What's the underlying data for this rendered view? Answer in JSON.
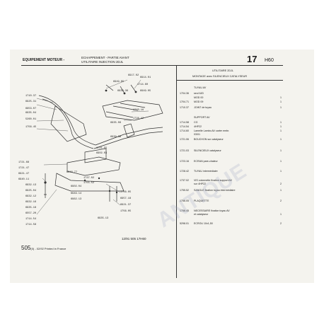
{
  "header": {
    "section": "EQUIPEMENT MOTEUR -",
    "subtitle_line1": "ECHAPPEMENT - PARTIE AVANT",
    "subtitle_line2": "UTILITAIRE INJECTION 2DJL",
    "page_number": "17",
    "page_code": "H60"
  },
  "table": {
    "title_line1": "UTILITAIRE 2DJL",
    "title_line2": "MONTAGE avec SILENCIEUX CATALYSEUR",
    "rows": [
      {
        "code": "",
        "text": "TUYAU AV",
        "qty": ""
      },
      {
        "code": "1704.36",
        "text": "seul 6JD",
        "qty": ""
      },
      {
        "code": "",
        "text": "MOD 00",
        "qty": "1"
      },
      {
        "code": "1704.71",
        "text": "MOD 09",
        "qty": "1"
      },
      {
        "code": "1710.37",
        "text": "JOINT de tuyau",
        "qty": "1"
      },
      {
        "code": "",
        "text": "SUPPORT AV",
        "qty": ""
      },
      {
        "code": "1714.58",
        "text": "CG",
        "qty": "1"
      },
      {
        "code": "1714.54",
        "text": "4HP22",
        "qty": "1"
      },
      {
        "code": "1714.60",
        "text": "Lamelle Lambo AV carter embr.",
        "qty": "1"
      },
      {
        "code": "",
        "text": "03/01",
        "qty": ""
      },
      {
        "code": "1721.06",
        "text": "BOUCHON sur catalyseur",
        "qty": "1"
      },
      {
        "code": "1721.03",
        "text": "SILENCIEUX catalyseur",
        "qty": "1"
      },
      {
        "code": "1723.16",
        "text": "ECRAN pare-chaleur",
        "qty": "1"
      },
      {
        "code": "1728.42",
        "text": "TUYAU intermédiaire",
        "qty": "1"
      },
      {
        "code": "1737.02",
        "text": "VIS colonnette fixation support AV",
        "qty": ""
      },
      {
        "code": "",
        "text": "sur 4HP22",
        "qty": "2"
      },
      {
        "code": "1755.52",
        "text": "SANGLE fixation tuyau intermédiaire",
        "qty": "1"
      },
      {
        "code": "1756.05",
        "text": "PLAQUETTE",
        "qty": "2"
      },
      {
        "code": "1756.45",
        "text": "NECESSAIRE fixation tuyau AV",
        "qty": ""
      },
      {
        "code": "",
        "text": "et catalyseur",
        "qty": "1"
      },
      {
        "code": "5298.01",
        "text": "ECROU 10x1,50",
        "qty": "2"
      }
    ]
  },
  "refs": {
    "r1": "6917.02",
    "r2": "6914.01",
    "r3": "6949.05",
    "r4": "1714.60",
    "r5": "6939.36",
    "r6": "6949.05",
    "r7": "1710.37",
    "r8": "6925.31",
    "r9": "6953.07",
    "r10": "6935.04",
    "r11": "5260.01",
    "r12": "1756.45",
    "r13": "1723.16",
    "r14": "1728.42",
    "r15": "6935.06",
    "r16": "6939.38",
    "r17": "1721.68",
    "r18": "1721.47",
    "r19": "6921.47",
    "r20": "6940.11",
    "r21": "6946.77",
    "r22": "1737.02",
    "r23": "1755.52",
    "r24": "6902.04",
    "r25": "6932.13",
    "r26": "6949.14",
    "r27": "6925.04",
    "r28": "6962.13",
    "r29": "6932.12",
    "r30": "6932.16",
    "r31": "6935.18",
    "r32": "6557.20",
    "r33": "1714.54",
    "r34": "1714.58",
    "r35": "1756.05",
    "r36": "6957.18",
    "r37": "6921.37",
    "r38": "1756.05",
    "r39": "6935.13",
    "r40": "6902.03",
    "r41": "1721.55"
  },
  "footer": {
    "page_ref": "505",
    "edition": "(0) - 02/92 Printed in France",
    "stamp": "12/91  505  17H60"
  },
  "watermark": "ANTIQUE"
}
